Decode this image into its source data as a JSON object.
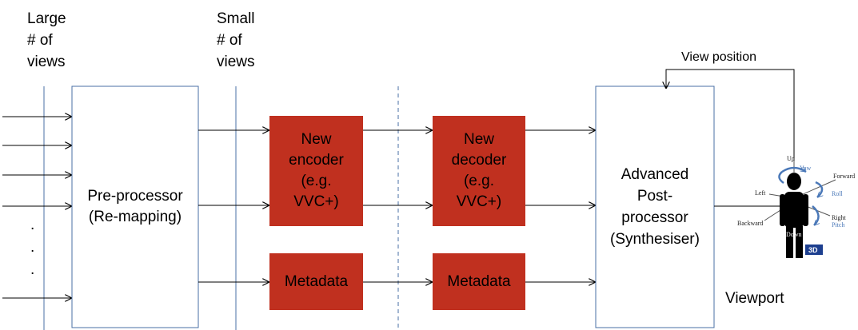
{
  "labels": {
    "large_views": "Large\n# of\nviews",
    "small_views": "Small\n# of\nviews",
    "view_position": "View position",
    "viewport": "Viewport",
    "dots": ".\n.\n."
  },
  "boxes": {
    "preprocessor": "Pre-processor\n(Re-mapping)",
    "new_encoder": "New\nencoder\n(e.g.\nVVC+)",
    "new_decoder": "New\ndecoder\n(e.g.\nVVC+)",
    "metadata_enc": "Metadata",
    "metadata_dec": "Metadata",
    "postprocessor": "Advanced\nPost-\nprocessor\n(Synthesiser)"
  },
  "viewer_axes": {
    "up": "Up",
    "yaw": "Yaw",
    "forward": "Forward",
    "roll": "Roll",
    "left": "Left",
    "right": "Right",
    "backward": "Backward",
    "pitch": "Pitch",
    "down": "Down",
    "badge": "3D"
  },
  "colors": {
    "red_box": "#c0301f",
    "box_border": "#4a6fa5",
    "accent_blue": "#4a78b8",
    "line": "#000000"
  }
}
